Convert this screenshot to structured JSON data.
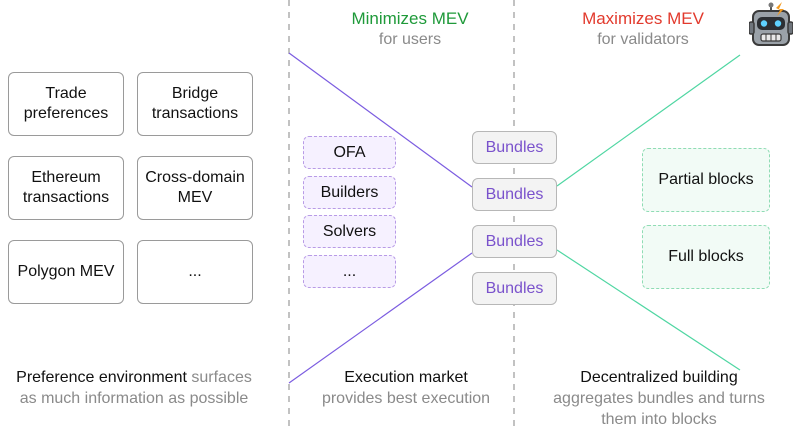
{
  "headings": {
    "minimize": {
      "title": "Minimizes MEV",
      "subtitle": "for users",
      "color": "#1f9a3a"
    },
    "maximize": {
      "title": "Maximizes MEV",
      "subtitle": "for validators",
      "color": "#e23a2d"
    }
  },
  "preference_boxes": [
    {
      "label": "Trade preferences"
    },
    {
      "label": "Bridge transactions"
    },
    {
      "label": "Ethereum transactions"
    },
    {
      "label": "Cross-domain MEV"
    },
    {
      "label": "Polygon MEV"
    },
    {
      "label": "..."
    }
  ],
  "market_boxes": [
    {
      "label": "OFA"
    },
    {
      "label": "Builders"
    },
    {
      "label": "Solvers"
    },
    {
      "label": "..."
    }
  ],
  "bundles": [
    {
      "label": "Bundles"
    },
    {
      "label": "Bundles"
    },
    {
      "label": "Bundles"
    },
    {
      "label": "Bundles"
    }
  ],
  "block_boxes": [
    {
      "label": "Partial blocks"
    },
    {
      "label": "Full blocks"
    }
  ],
  "captions": {
    "preference": {
      "strong": "Preference environment",
      "muted_inline": "surfaces",
      "muted_line2": "as much information as possible"
    },
    "market": {
      "strong": "Execution market",
      "muted": "provides best execution"
    },
    "building": {
      "strong": "Decentralized building",
      "muted_line1": "aggregates bundles and turns",
      "muted_line2": "them into blocks"
    }
  },
  "colors": {
    "purple_line": "#7b5ce0",
    "green_line": "#4fd6a2",
    "bundle_text": "#7a52cc",
    "divider": "#9a9a9a"
  },
  "icons": {
    "robot": "robot-icon"
  }
}
